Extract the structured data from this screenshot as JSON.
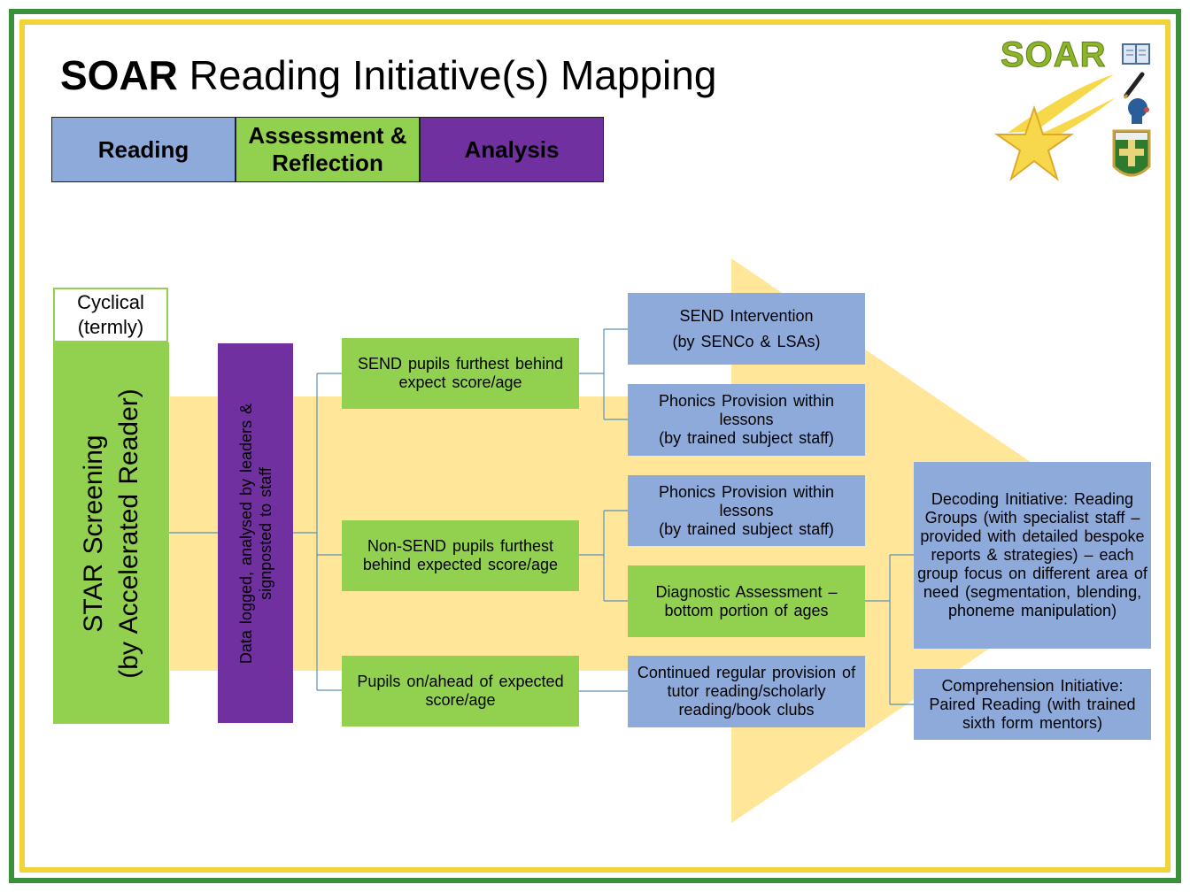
{
  "title": {
    "bold": "SOAR",
    "rest": " Reading Initiative(s) Mapping"
  },
  "legend": {
    "reading": "Reading",
    "assessment": "Assessment &\nReflection",
    "analysis": "Analysis"
  },
  "logo": {
    "text": "SOAR",
    "icons": [
      "book-icon",
      "pen-icon",
      "speaking-head-icon",
      "school-crest-icon",
      "star-icon"
    ]
  },
  "cyclical": "Cyclical\n(termly)",
  "star_screening": "STAR Screening\n(by Accelerated Reader)",
  "data_logged": "Data logged, analysed by leaders &\nsignposted to staff",
  "groups": {
    "send": "SEND pupils furthest behind expect score/age",
    "non_send": "Non-SEND pupils furthest behind expected score/age",
    "on_ahead": "Pupils on/ahead of expected score/age"
  },
  "provisions": {
    "send_intervention": "SEND Intervention\n(by SENCo & LSAs)",
    "phonics_1": "Phonics Provision within lessons\n(by trained subject staff)",
    "phonics_2": "Phonics Provision within lessons\n(by trained subject staff)",
    "diagnostic": "Diagnostic Assessment – bottom portion of ages",
    "continued": "Continued regular provision of tutor reading/scholarly reading/book clubs"
  },
  "initiatives": {
    "decoding": "Decoding Initiative: Reading Groups (with specialist staff – provided with detailed bespoke reports & strategies) – each group focus on different area of need (segmentation, blending, phoneme manipulation)",
    "comprehension": "Comprehension Initiative: Paired Reading (with trained sixth form mentors)"
  },
  "colors": {
    "green": "#92d050",
    "blue": "#8eaadb",
    "purple": "#7030a0",
    "arrow": "#ffe699",
    "frame_green": "#3a8f3a",
    "frame_yellow": "#f0d43a",
    "logo_green": "#8db52a"
  }
}
